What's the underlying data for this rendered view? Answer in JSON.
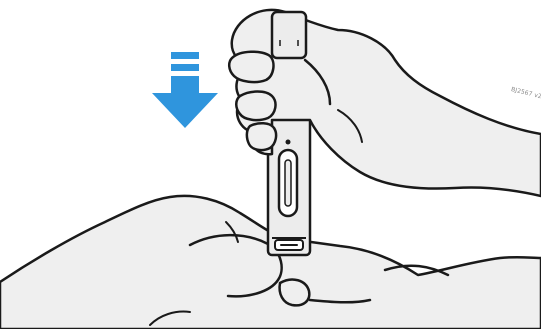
{
  "illustration": {
    "code_label": "BJ2567 v2",
    "arrow_color": "#2f95dd",
    "skin_color": "#efefef",
    "outline_color": "#1a1a1a",
    "device_color": "#ececec",
    "arrow_direction": "down",
    "icons": [
      "press-down-arrow-icon",
      "autoinjector-pen",
      "upper-hand",
      "lower-hand"
    ]
  }
}
